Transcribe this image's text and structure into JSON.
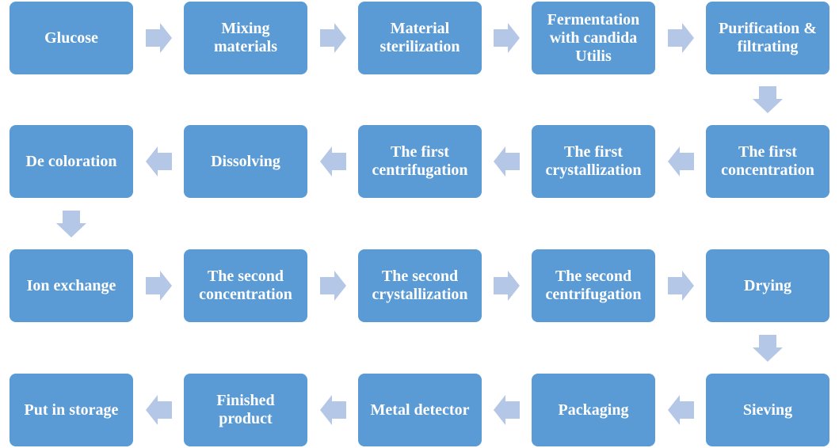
{
  "colors": {
    "box": "#5b9bd5",
    "arrow": "#b4c7e7",
    "text": "#ffffff"
  },
  "steps": [
    {
      "label": "Glucose"
    },
    {
      "label": "Mixing\nmaterials"
    },
    {
      "label": "Material\nsterilization"
    },
    {
      "label": "Fermentation\nwith candida\nUtilis"
    },
    {
      "label": "Purification &\nfiltrating"
    },
    {
      "label": "The first\nconcentration"
    },
    {
      "label": "The first\ncrystallization"
    },
    {
      "label": "The first\ncentrifugation"
    },
    {
      "label": "Dissolving"
    },
    {
      "label": "De coloration"
    },
    {
      "label": "Ion exchange"
    },
    {
      "label": "The second\nconcentration"
    },
    {
      "label": "The second\ncrystallization"
    },
    {
      "label": "The second\ncentrifugation"
    },
    {
      "label": "Drying"
    },
    {
      "label": "Sieving"
    },
    {
      "label": "Packaging"
    },
    {
      "label": "Metal detector"
    },
    {
      "label": "Finished\nproduct"
    },
    {
      "label": "Put in storage"
    }
  ],
  "arrows": [
    {
      "direction": "right-arrow-icon"
    },
    {
      "direction": "down-arrow-icon"
    },
    {
      "direction": "left-arrow-icon"
    }
  ]
}
